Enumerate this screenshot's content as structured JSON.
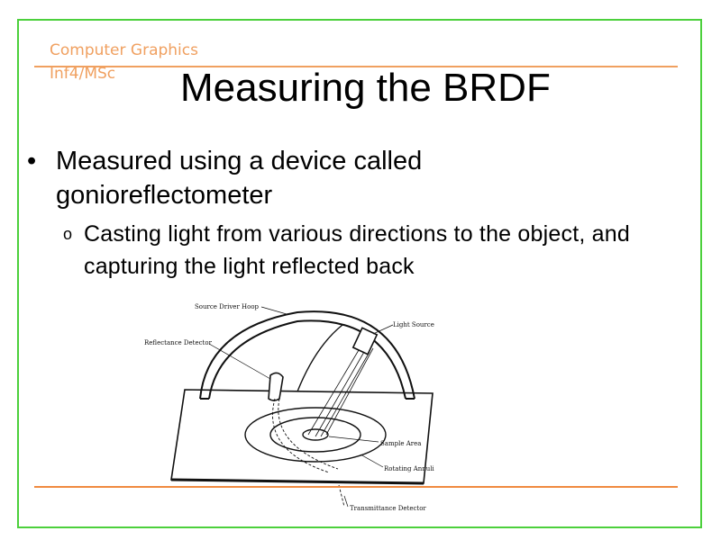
{
  "header": {
    "course_name": "Computer Graphics",
    "course_code": "Inf4/MSc"
  },
  "slide": {
    "title": "Measuring the BRDF",
    "bullets": [
      {
        "text": "Measured using a device called gonioreflectometer",
        "sub_bullets": [
          {
            "text": "Casting light from various directions to the object, and capturing the light reflected back"
          }
        ]
      }
    ]
  },
  "figure": {
    "labels": {
      "source_driver_hoop": "Source Driver Hoop",
      "light_source": "Light Source",
      "reflectance_detector": "Reflectance Detector",
      "sample_area": "Sample Area",
      "rotating_annuli": "Rotating Annuli",
      "transmittance_detector": "Transmittance Detector"
    }
  },
  "colors": {
    "frame": "#4cd03c",
    "accent": "#f0a060",
    "text": "#000000"
  }
}
